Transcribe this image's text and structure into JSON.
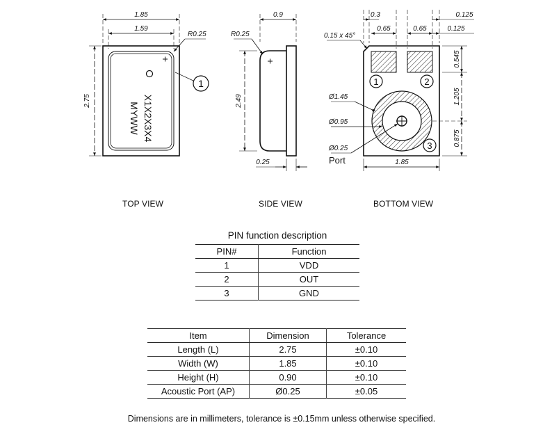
{
  "views": {
    "top": "TOP VIEW",
    "side": "SIDE VIEW",
    "bottom": "BOTTOM VIEW"
  },
  "top_view": {
    "dim_width_outer": "1.85",
    "dim_width_inner": "1.59",
    "dim_radius": "R0.25",
    "dim_length": "2.75",
    "marking": [
      "MYWW",
      "X1X2X3X4"
    ],
    "callout": "1"
  },
  "side_view": {
    "dim_height": "0.9",
    "dim_radius": "R0.25",
    "dim_body": "2.49",
    "dim_step": "0.25"
  },
  "bottom_view": {
    "dim_pad_width": "0.3",
    "dim_pad_gap_left": "0.65",
    "dim_pad_gap_right": "0.65",
    "dim_edge_top": "0.125",
    "dim_edge_right": "0.125",
    "dim_chamfer": "0.15 x 45°",
    "dim_pad_height": "0.545",
    "dim_pad_to_center": "1.205",
    "dim_center_to_edge": "0.875",
    "dim_outer_ring": "Ø1.45",
    "dim_inner_ring": "Ø0.95",
    "dim_port": "Ø0.25",
    "port_label": "Port",
    "dim_ring_width": "1.85",
    "pin_labels": [
      "1",
      "2",
      "3"
    ]
  },
  "pin_table": {
    "caption": "PIN function description",
    "headers": [
      "PIN#",
      "Function"
    ],
    "rows": [
      [
        "1",
        "VDD"
      ],
      [
        "2",
        "OUT"
      ],
      [
        "3",
        "GND"
      ]
    ]
  },
  "dimension_table": {
    "headers": [
      "Item",
      "Dimension",
      "Tolerance"
    ],
    "rows": [
      [
        "Length (L)",
        "2.75",
        "±0.10"
      ],
      [
        "Width (W)",
        "1.85",
        "±0.10"
      ],
      [
        "Height (H)",
        "0.90",
        "±0.10"
      ],
      [
        "Acoustic Port (AP)",
        "Ø0.25",
        "±0.05"
      ]
    ]
  },
  "note": "Dimensions are in millimeters, tolerance is ±0.15mm unless otherwise specified."
}
